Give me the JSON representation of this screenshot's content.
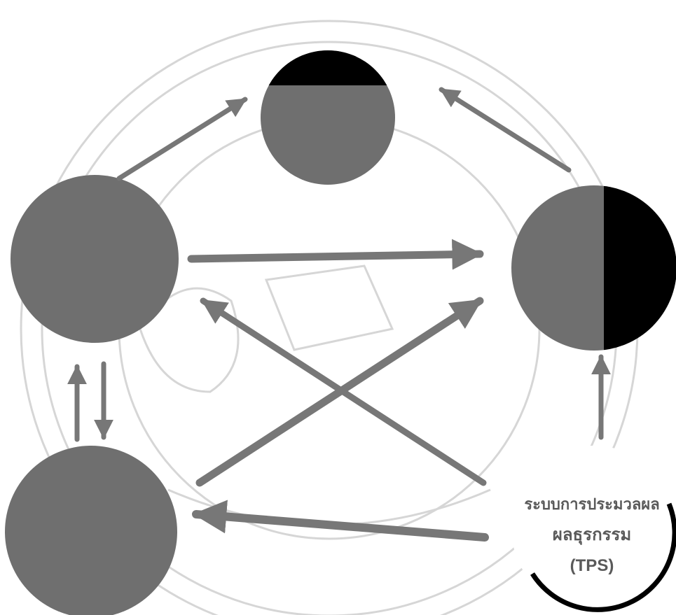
{
  "diagram": {
    "nodes": [
      {
        "id": "top",
        "lines": [
          "",
          "",
          ""
        ]
      },
      {
        "id": "left",
        "lines": []
      },
      {
        "id": "right",
        "lines": []
      },
      {
        "id": "bottom_left",
        "lines": []
      },
      {
        "id": "bottom_right",
        "lines": [
          "ระบบการประมวลผล",
          "ผลธุรกรรม",
          "(TPS)"
        ]
      }
    ],
    "colors": {
      "node_gray": "#6f6f6f",
      "node_black": "#000000",
      "arrow_gray": "#777777",
      "watermark": "#d6d6d6"
    }
  }
}
